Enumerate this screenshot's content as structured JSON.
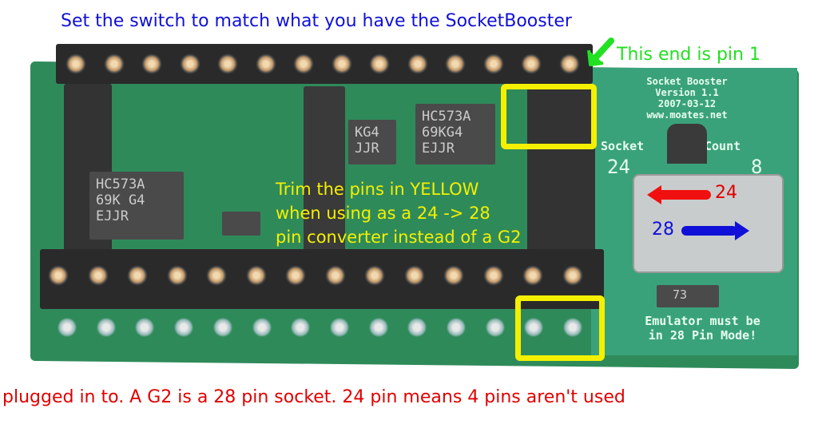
{
  "annotations": {
    "top": "Set the switch to match what you have the SocketBooster",
    "pin1": "This end is pin 1",
    "trim": [
      "Trim the pins in YELLOW",
      "when using as a 24 -> 28",
      "pin converter instead of a G2"
    ],
    "bottom": "plugged in to.  A G2 is a 28 pin socket.  24 pin means 4 pins aren't used",
    "arrow_24": "24",
    "arrow_28": "28"
  },
  "board": {
    "silkscreen": [
      "Socket Booster",
      "Version 1.1",
      "2007-03-12",
      "www.moates.net"
    ],
    "socket_label": "Socket",
    "count_label": "Count",
    "left_num": "24",
    "right_num": "8",
    "emulator_note": [
      "Emulator must be",
      "in 28 Pin Mode!"
    ],
    "chip1": [
      "HC573A",
      "69K G4",
      "EJJR"
    ],
    "chip2": [
      "KG4",
      "JJR"
    ],
    "chip3": [
      "HC573A",
      "69KG4",
      "EJJR"
    ],
    "small_part": "73"
  },
  "colors": {
    "blue": "#1010d8",
    "green": "#22e022",
    "red": "#e00000",
    "yellow": "#f4f000"
  }
}
